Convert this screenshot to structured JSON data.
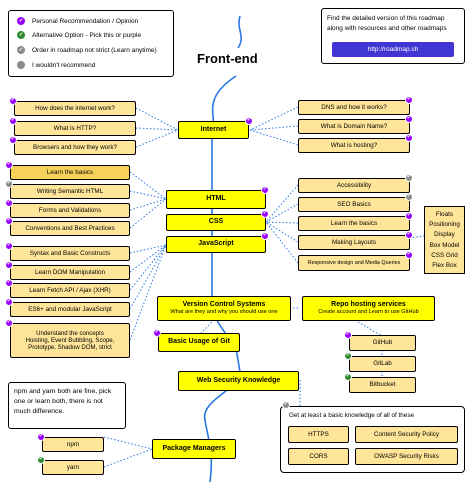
{
  "title": "Front-end",
  "legend": [
    {
      "kind": "purple",
      "text": "Personal Recommendation / Opinion"
    },
    {
      "kind": "green",
      "text": "Alternative Option - Pick this or purple"
    },
    {
      "kind": "grey",
      "text": "Order in roadmap not strict (Learn anytime)"
    },
    {
      "kind": "grey",
      "text": "I wouldn't recommend"
    }
  ],
  "info": {
    "line1": "Find the detailed version of this roadmap",
    "line2": "along with resources and other roadmaps",
    "link": "http://roadmap.sh"
  },
  "main_nodes": {
    "internet": "Internet",
    "html": "HTML",
    "css": "CSS",
    "javascript": "JavaScript",
    "vcs_title": "Version Control Systems",
    "vcs_sub": "What are they and why you should use one",
    "repo_title": "Repo hosting services",
    "repo_sub": "Create account and Learn to use GitHub",
    "git": "Basic Usage of Git",
    "websec": "Web Security Knowledge",
    "pkg": "Package Managers"
  },
  "internet_left": [
    "How does the internet work?",
    "What is HTTP?",
    "Browsers and how they work?"
  ],
  "internet_right": [
    "DNS and how it works?",
    "What is Domain Name?",
    "What is hosting?"
  ],
  "html_left": [
    "Learn the basics",
    "Writing Semantic HTML",
    "Forms and Validations",
    "Conventions and Best Practices"
  ],
  "css_right": [
    "Accessibility",
    "SEO Basics",
    "Learn the basics",
    "Making Layouts",
    "Responsive design and Media Queries"
  ],
  "layouts": [
    "Floats",
    "Positioning",
    "Display",
    "Box Model",
    "CSS Grid",
    "Flex Box"
  ],
  "js_left": [
    "Syntax and Basic Constructs",
    "Learn DOM Manipulation",
    "Learn Fetch API / Ajax (XHR)",
    "ES6+ and modular JavaScript"
  ],
  "js_concepts": {
    "l1": "Understand the concepts",
    "l2": "Hoisting, Event Bubbling, Scope,",
    "l3": "Prototype, Shadow DOM, strict"
  },
  "repos": [
    "GitHub",
    "GitLab",
    "Bitbucket"
  ],
  "security": {
    "heading": "Get at least a basic knowledge of all of these",
    "items": [
      "HTTPS",
      "Content Security Policy",
      "CORS",
      "OWASP Security Risks"
    ]
  },
  "npm_note": {
    "l1": "npm and yarn both are fine, pick",
    "l2": "one or learn both, there is not",
    "l3": "much difference."
  },
  "packages": [
    "npm",
    "yarn"
  ],
  "colors": {
    "main": "#ffff00",
    "sub": "#ffe599",
    "purple": "#9900ff",
    "green": "#2f8a2f",
    "grey": "#8a8a8a",
    "link_bg": "#4136d4",
    "spine": "#2b78e4"
  }
}
